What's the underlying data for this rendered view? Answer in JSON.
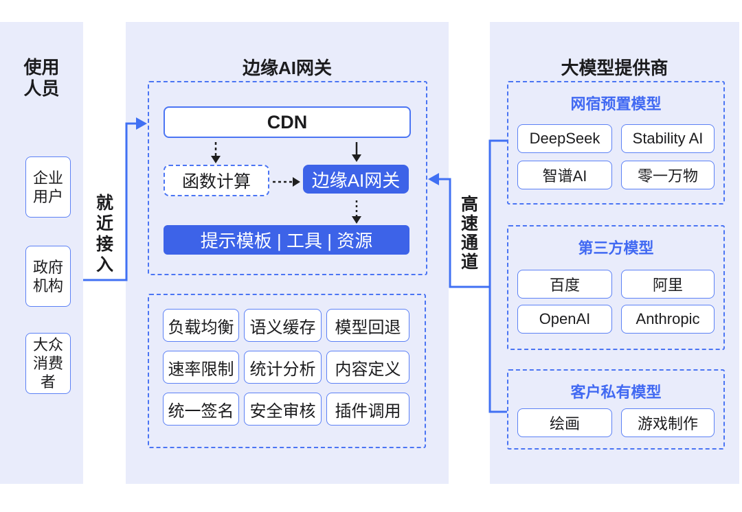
{
  "users_panel": {
    "title_lines": [
      "使用",
      "人员"
    ],
    "items": [
      {
        "lines": [
          "企业",
          "用户"
        ]
      },
      {
        "lines": [
          "政府",
          "机构"
        ]
      },
      {
        "lines": [
          "大众",
          "消费者"
        ]
      }
    ]
  },
  "connectors": {
    "nearby_access_label": "就近接入",
    "highspeed_channel_label": "高速通道"
  },
  "gateway_panel": {
    "title": "边缘AI网关",
    "cdn_label": "CDN",
    "function_compute_label": "函数计算",
    "gateway_box_label": "边缘AI网关",
    "resources_bar_label": "提示模板 | 工具 | 资源",
    "capabilities": [
      "负载均衡",
      "语义缓存",
      "模型回退",
      "速率限制",
      "统计分析",
      "内容定义",
      "统一签名",
      "安全审核",
      "插件调用"
    ]
  },
  "providers_panel": {
    "title": "大模型提供商",
    "groups": [
      {
        "title": "网宿预置模型",
        "models": [
          "DeepSeek",
          "Stability AI",
          "智谱AI",
          "零一万物"
        ]
      },
      {
        "title": "第三方模型",
        "models": [
          "百度",
          "阿里",
          "OpenAI",
          "Anthropic"
        ]
      },
      {
        "title": "客户私有模型",
        "models": [
          "绘画",
          "游戏制作"
        ]
      }
    ]
  },
  "colors": {
    "panel_background": "#e9ecfb",
    "accent_blue": "#4a74f3",
    "solid_blue_fill": "#3d63e8",
    "blue_title_text": "#4169f2",
    "text_black": "#1c1c1e"
  }
}
